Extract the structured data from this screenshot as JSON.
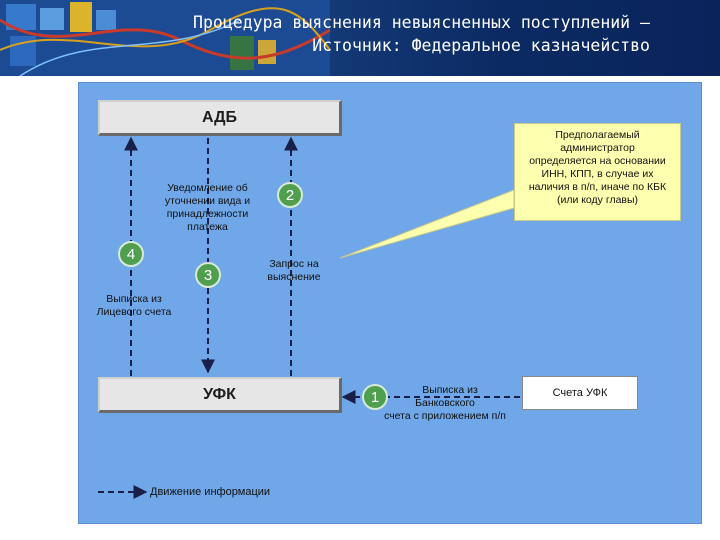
{
  "title": {
    "line1": "Процедура выяснения невыясненных поступлений –",
    "line2": "Источник: Федеральное казначейство"
  },
  "diagram": {
    "adb_label": "АДБ",
    "ufk_label": "УФК",
    "note": [
      "Предполагаемый",
      "администратор",
      "определяется на основании",
      "ИНН, КПП, в случае их",
      "наличия в п/п, иначе по КБК",
      "(или коду главы)"
    ],
    "notification_label": [
      "Уведомление об",
      "уточнении вида и",
      "принадлежности",
      "платежа"
    ],
    "request_label": [
      "Запрос на",
      "выяснение"
    ],
    "statement_label": [
      "Выписка из",
      "Лицевого счета"
    ],
    "bank_statement_label": [
      "Выписка из",
      "Банковского",
      "счета с приложением п/п"
    ],
    "treasury_accounts_label": "Счета УФК",
    "step1": "1",
    "step2": "2",
    "step3": "3",
    "step4": "4",
    "legend_label": "Движение информации"
  },
  "colors": {
    "header_bg": "#17407e",
    "panel_bg": "#6fa7e8",
    "step_circle": "#4f9f4f",
    "note_bg": "#ffffb0",
    "arrow": "#1a1f4a"
  }
}
